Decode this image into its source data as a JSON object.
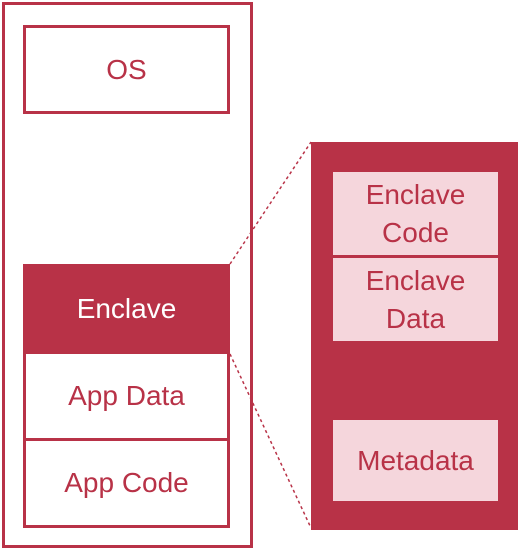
{
  "colors": {
    "accent": "#b83247",
    "light_fill": "#f5d6dc",
    "background": "#ffffff"
  },
  "left_stack": {
    "os": "OS",
    "enclave": "Enclave",
    "app_data": "App Data",
    "app_code": "App Code"
  },
  "enclave_detail": {
    "enclave_code": "Enclave\nCode",
    "enclave_data": "Enclave\nData",
    "metadata": "Metadata"
  }
}
